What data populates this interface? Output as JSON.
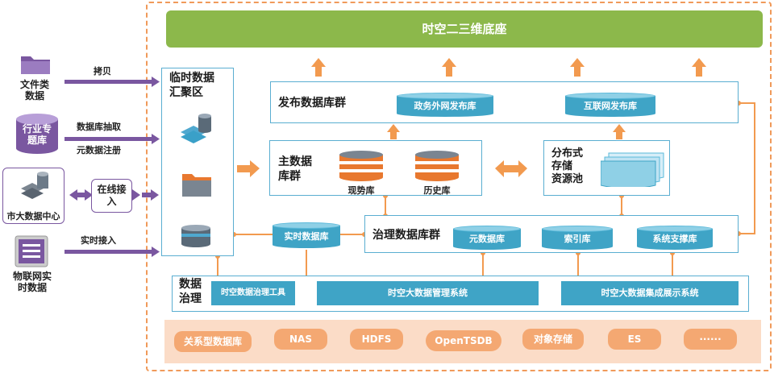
{
  "top_banner": "时空二三维底座",
  "sources": {
    "file": "文件类\n数据",
    "industry_db": "行业专\n题库",
    "city_center": "市大数据中心",
    "iot": "物联网实\n时数据"
  },
  "arrows": {
    "copy": "拷贝",
    "db_extract": "数据库抽取",
    "meta_register": "元数据注册",
    "online_access": "在线接\n入",
    "realtime_access": "实时接入"
  },
  "temp_zone": "临时数据\n汇聚区",
  "publish_group": {
    "title": "发布数据库群",
    "gov_external": "政务外网发布库",
    "internet": "互联网发布库"
  },
  "main_group": {
    "title": "主数据\n库群",
    "current": "现势库",
    "history": "历史库"
  },
  "distributed": "分布式\n存储\n资源池",
  "realtime_db": "实时数据库",
  "governance_group": {
    "title": "治理数据库群",
    "meta": "元数据库",
    "index": "索引库",
    "support": "系统支撑库"
  },
  "data_governance": {
    "title": "数据\n治理",
    "tool": "时空数据治理工具",
    "mgmt": "时空大数据管理系统",
    "display": "时空大数据集成展示系统"
  },
  "storage": [
    "关系型数据库",
    "NAS",
    "HDFS",
    "OpenTSDB",
    "对象存储",
    "ES",
    "······"
  ]
}
